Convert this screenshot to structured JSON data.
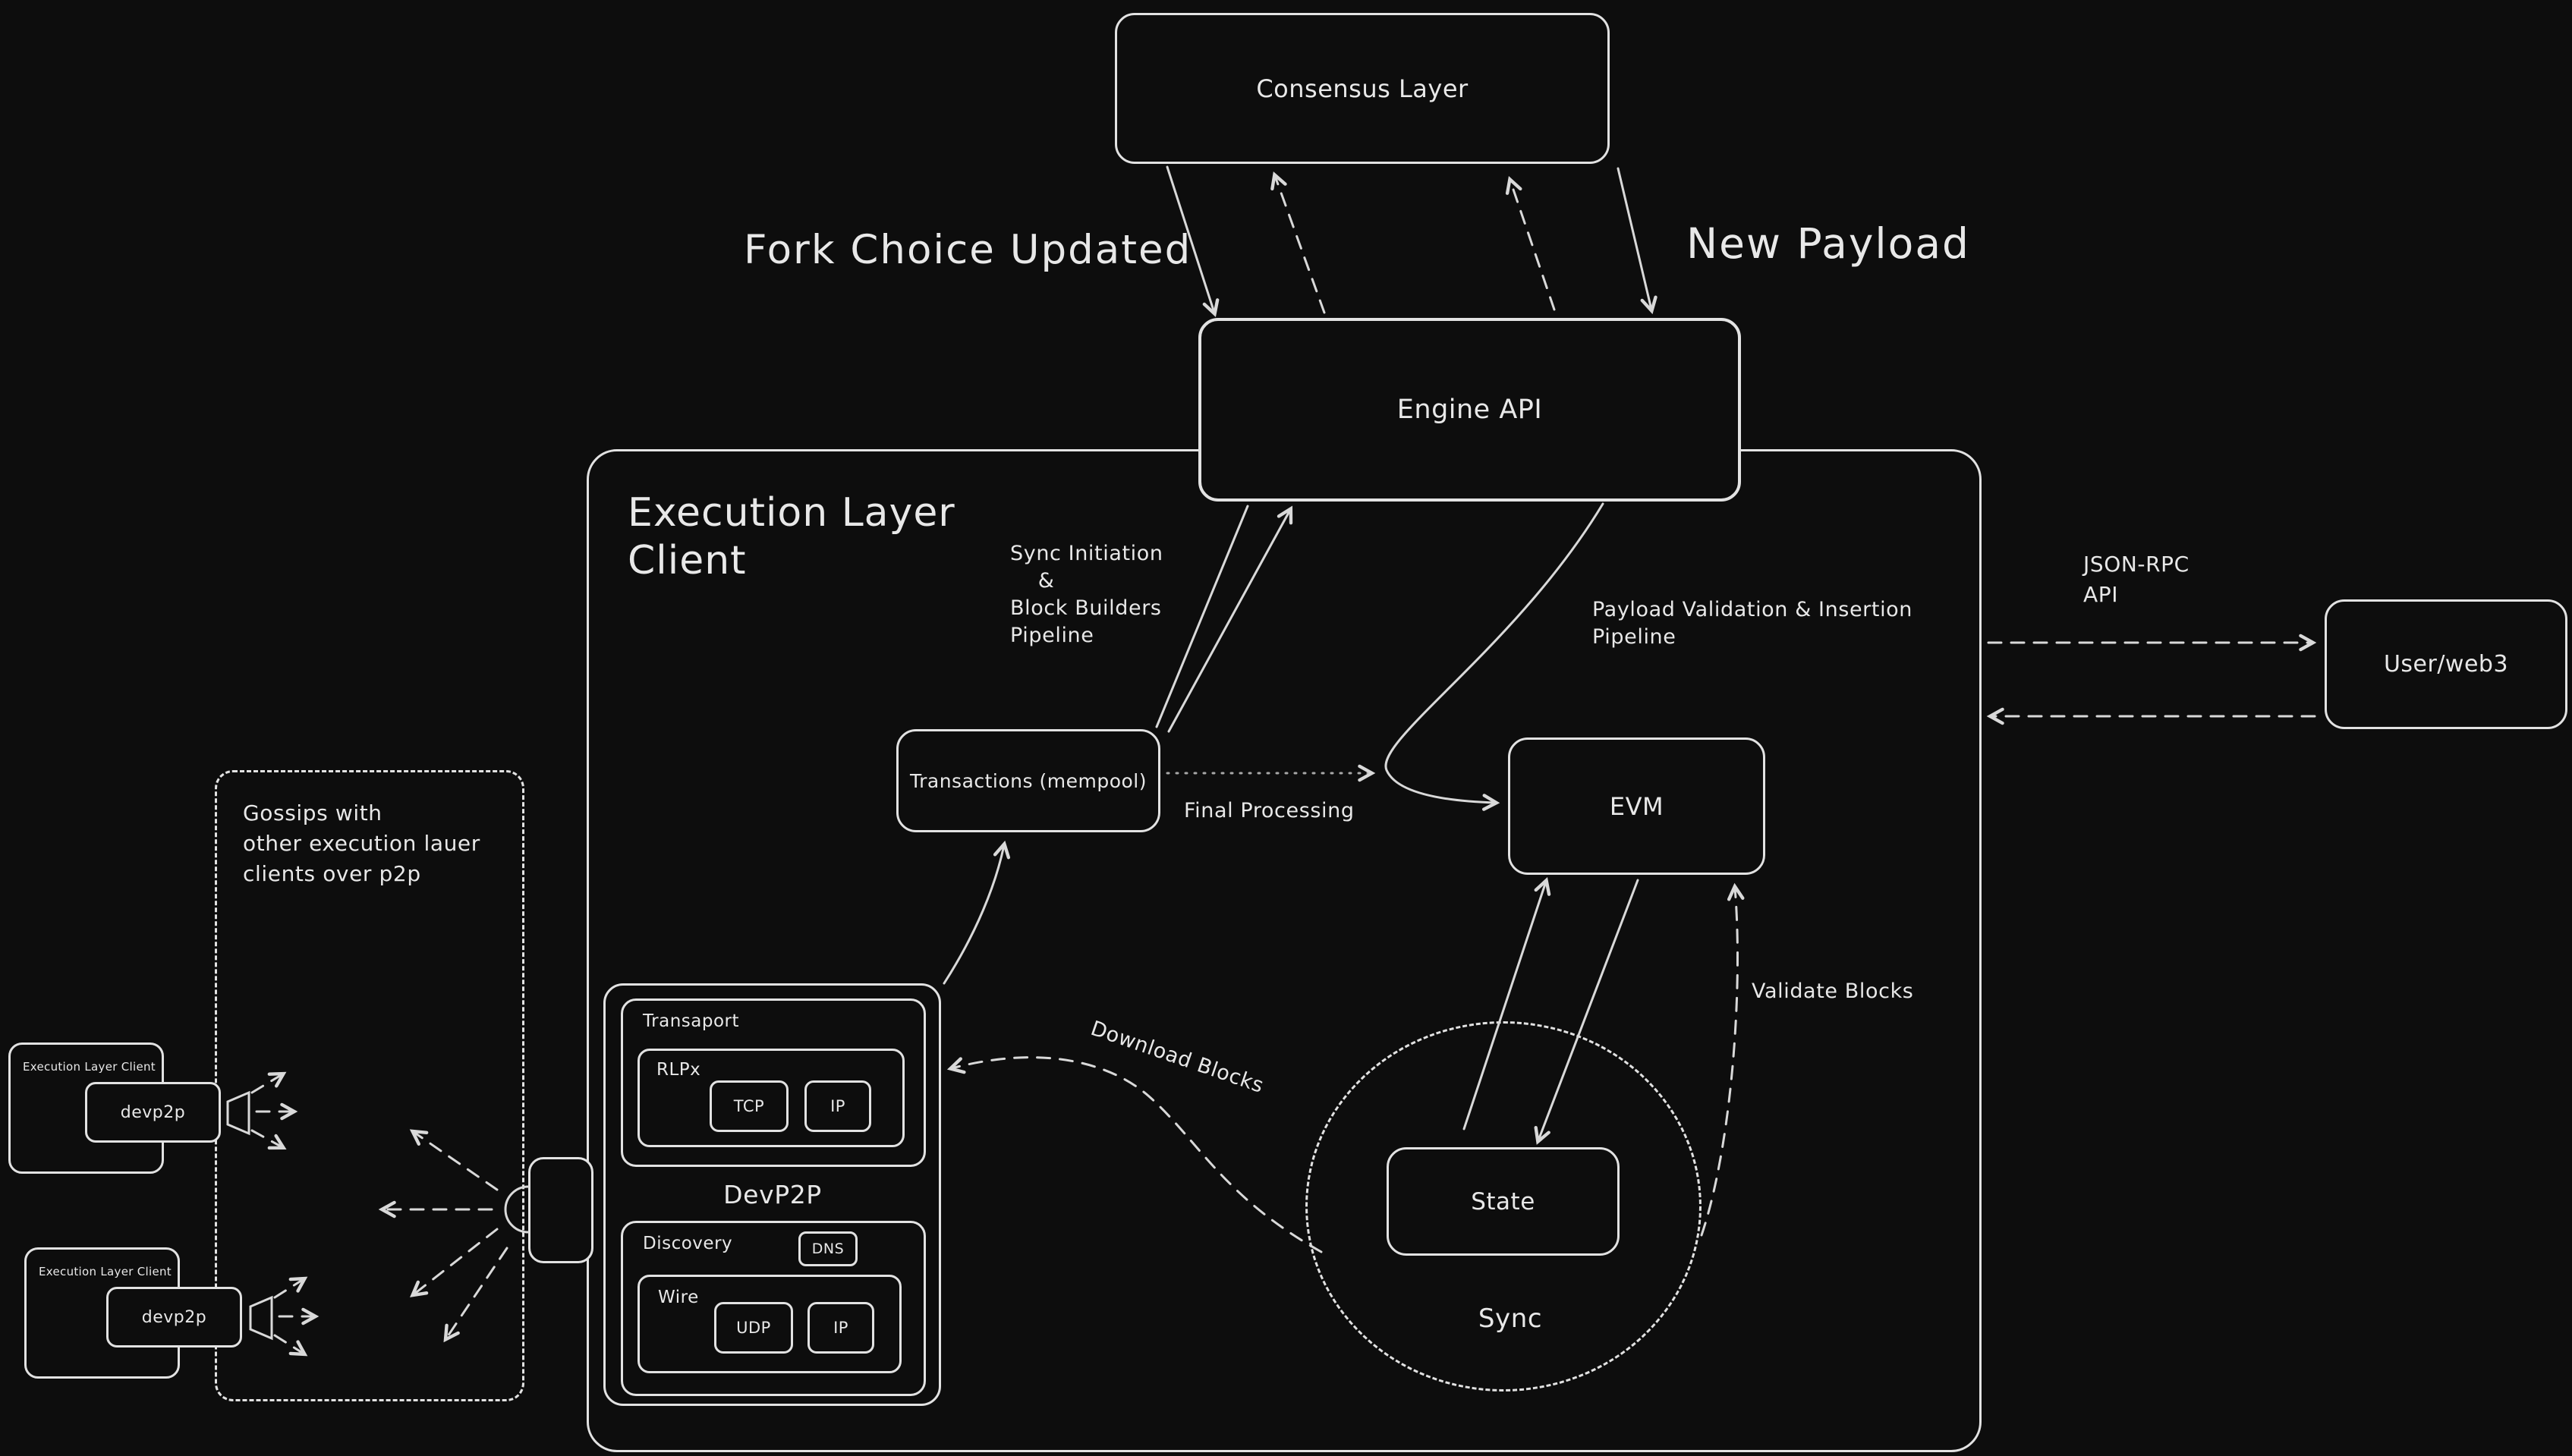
{
  "canvas": {
    "background": "#0d0d0d",
    "stroke_color": "#d9d9d9",
    "text_color": "#e8e8e8"
  },
  "nodes": {
    "consensus_layer": "Consensus Layer",
    "engine_api": "Engine API",
    "execution_client": "Execution Layer\nClient",
    "transactions": "Transactions (mempool)",
    "evm": "EVM",
    "state": "State",
    "sync": "Sync",
    "user_web3": "User/web3"
  },
  "stack": {
    "transaport": "Transaport",
    "rlpx": "RLPx",
    "tcp": "TCP",
    "ip_tcp": "IP",
    "devp2p": "DevP2P",
    "discovery": "Discovery",
    "dns": "DNS",
    "wire": "Wire",
    "udp": "UDP",
    "ip_udp": "IP"
  },
  "peers": {
    "note": "Gossips with\nother execution lauer\nclients over p2p",
    "client1_title": "Execution Layer Client",
    "client1_devp2p": "devp2p",
    "client2_title": "Execution Layer Client",
    "client2_devp2p": "devp2p"
  },
  "flows": {
    "fork_choice": "Fork Choice Updated",
    "new_payload": "New Payload",
    "sync_initiation": "Sync Initiation\n    &\nBlock Builders\nPipeline",
    "payload_validation": "Payload Validation & Insertion\nPipeline",
    "json_rpc": "JSON-RPC\nAPI",
    "final_processing": "Final Processing",
    "download_blocks": "Download Blocks",
    "validate_blocks": "Validate Blocks"
  },
  "icons": {
    "megaphone": "megaphone-icon",
    "arrowhead": "open-chevron"
  }
}
